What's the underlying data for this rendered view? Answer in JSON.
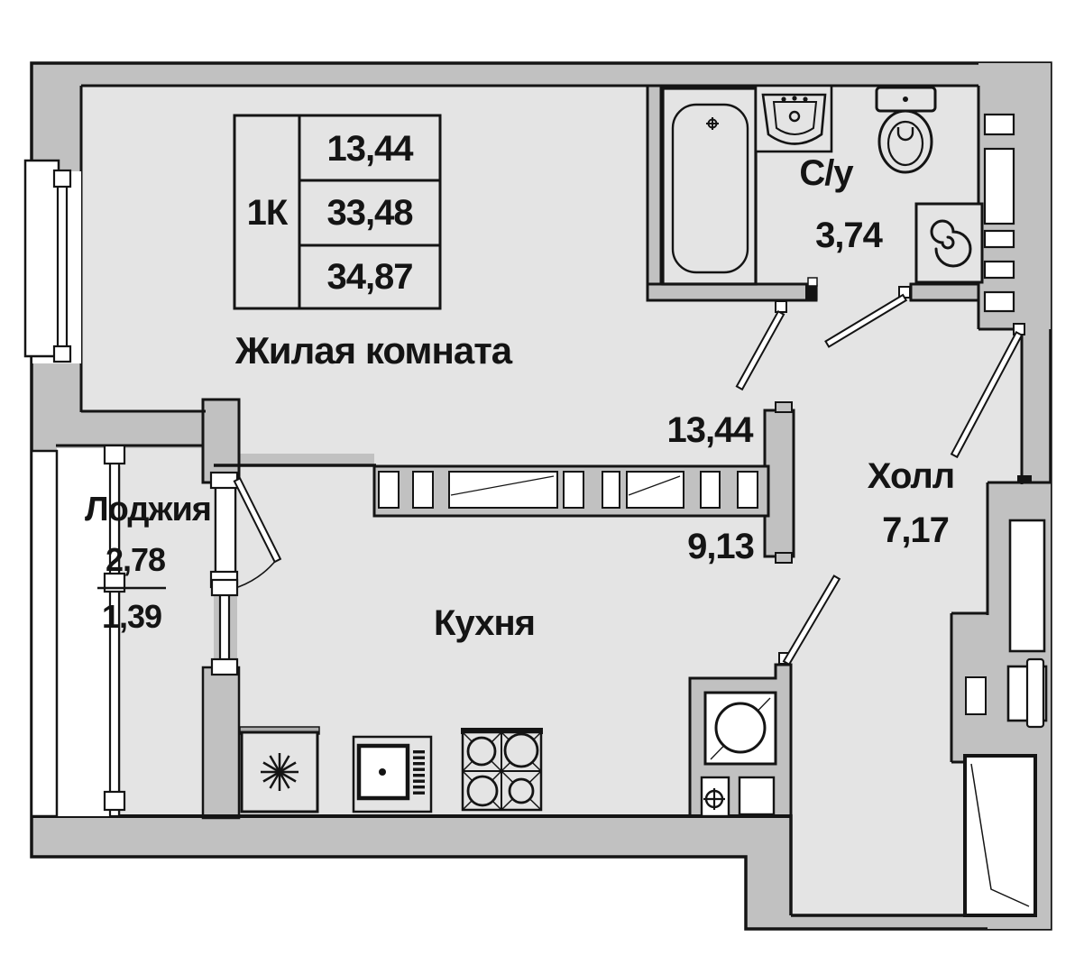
{
  "plan": {
    "title": "1K apartment floor plan",
    "info_table": {
      "type": "1К",
      "room_area": "13,44",
      "living_area": "33,48",
      "total_area": "34,87"
    },
    "rooms": {
      "living_room": {
        "label": "Жилая комната"
      },
      "bathroom": {
        "label": "С/у",
        "area": "3,74"
      },
      "hall": {
        "label": "Холл",
        "area": "7,17"
      },
      "kitchen": {
        "label": "Кухня"
      },
      "loggia": {
        "label": "Лоджия",
        "area_full": "2,78",
        "area_reduced": "1,39"
      }
    },
    "dimensions": {
      "living_room_area": "13,44",
      "kitchen_area": "9,13"
    },
    "icons": [
      "bathtub-icon",
      "bath-sink-icon",
      "toilet-icon",
      "washing-machine-icon",
      "fridge-snowflake-icon",
      "kitchen-sink-icon",
      "stove-burners-icon",
      "vent-duct-icon",
      "door-leaf-icon",
      "window-icon"
    ],
    "colors": {
      "wall": "#c1c1c1",
      "room": "#e4e4e4",
      "line": "#141414",
      "background": "#ffffff"
    }
  }
}
